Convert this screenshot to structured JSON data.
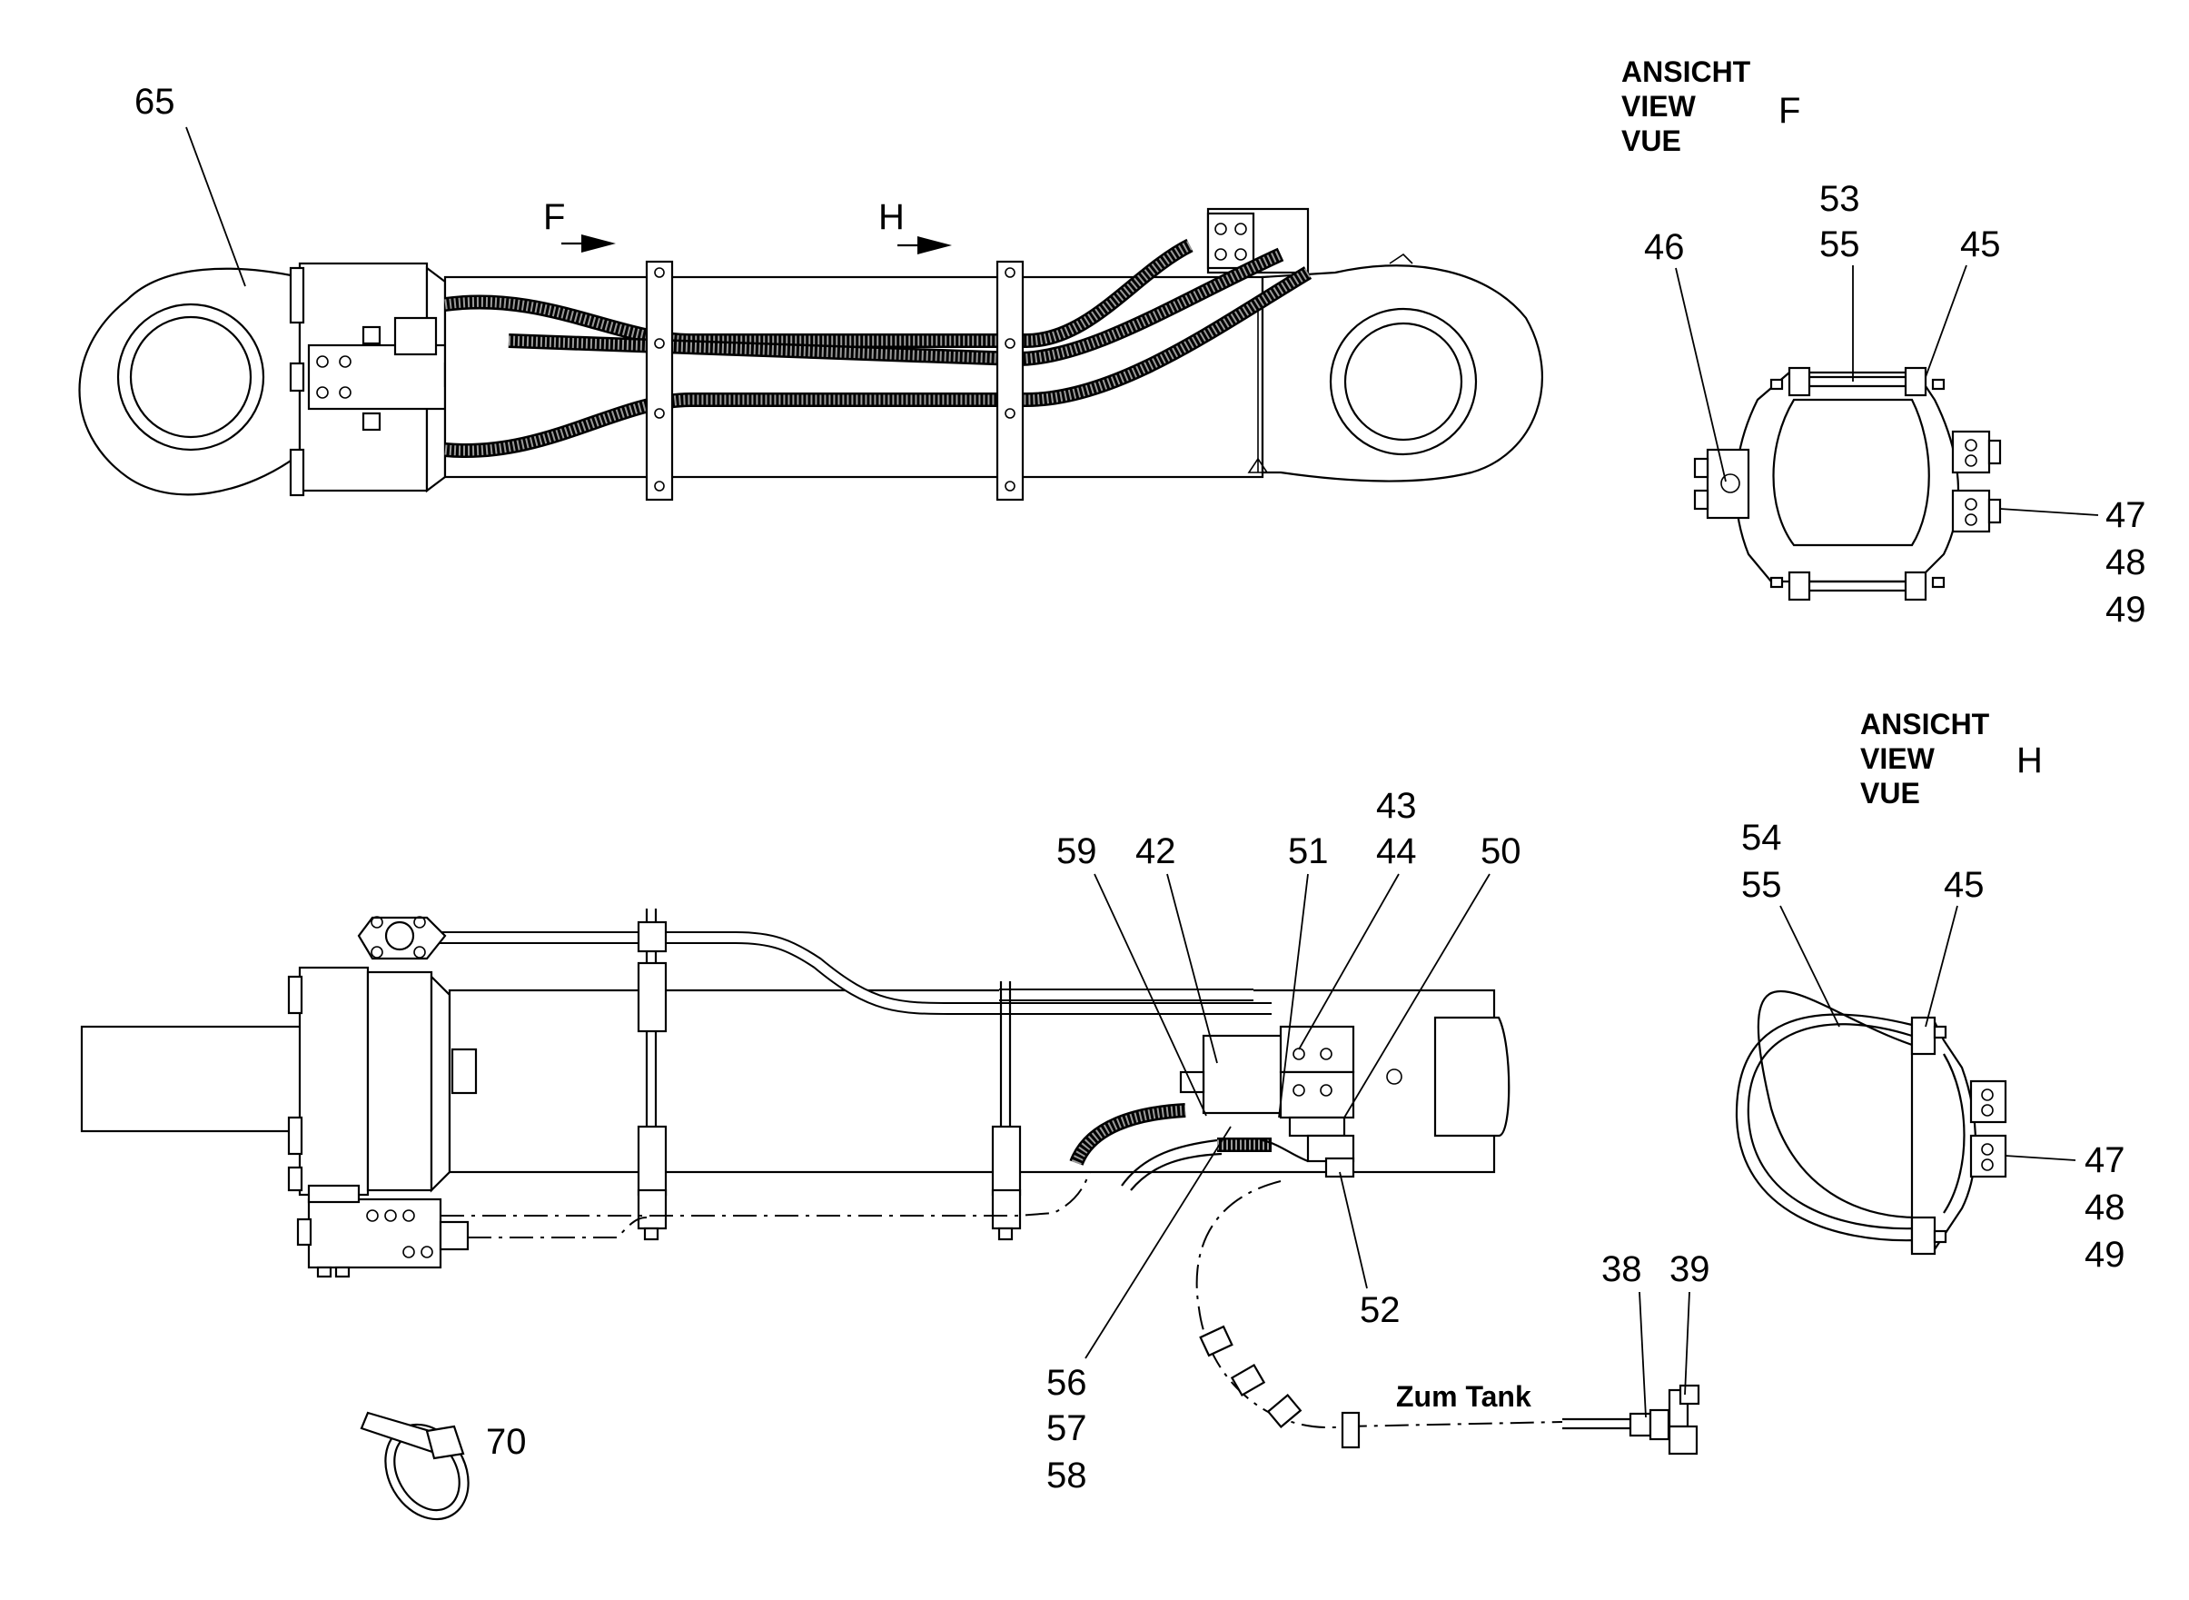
{
  "top_view": {
    "part_labels": [
      "65"
    ],
    "view_markers": [
      "F",
      "H"
    ]
  },
  "view_f": {
    "heading": [
      "ANSICHT",
      "VIEW",
      "VUE"
    ],
    "letter": "F",
    "labels": {
      "l46": "46",
      "l53": "53",
      "l55": "55",
      "l45": "45",
      "l47": "47",
      "l48": "48",
      "l49": "49"
    }
  },
  "view_h": {
    "heading": [
      "ANSICHT",
      "VIEW",
      "VUE"
    ],
    "letter": "H",
    "labels": {
      "l54": "54",
      "l55": "55",
      "l45": "45",
      "l47": "47",
      "l48": "48",
      "l49": "49"
    }
  },
  "bottom_view": {
    "labels": {
      "l59": "59",
      "l42": "42",
      "l51": "51",
      "l43": "43",
      "l44": "44",
      "l50": "50",
      "l52": "52",
      "l56": "56",
      "l57": "57",
      "l58": "58",
      "l38": "38",
      "l39": "39",
      "l70": "70"
    },
    "tank_note": "Zum Tank"
  }
}
